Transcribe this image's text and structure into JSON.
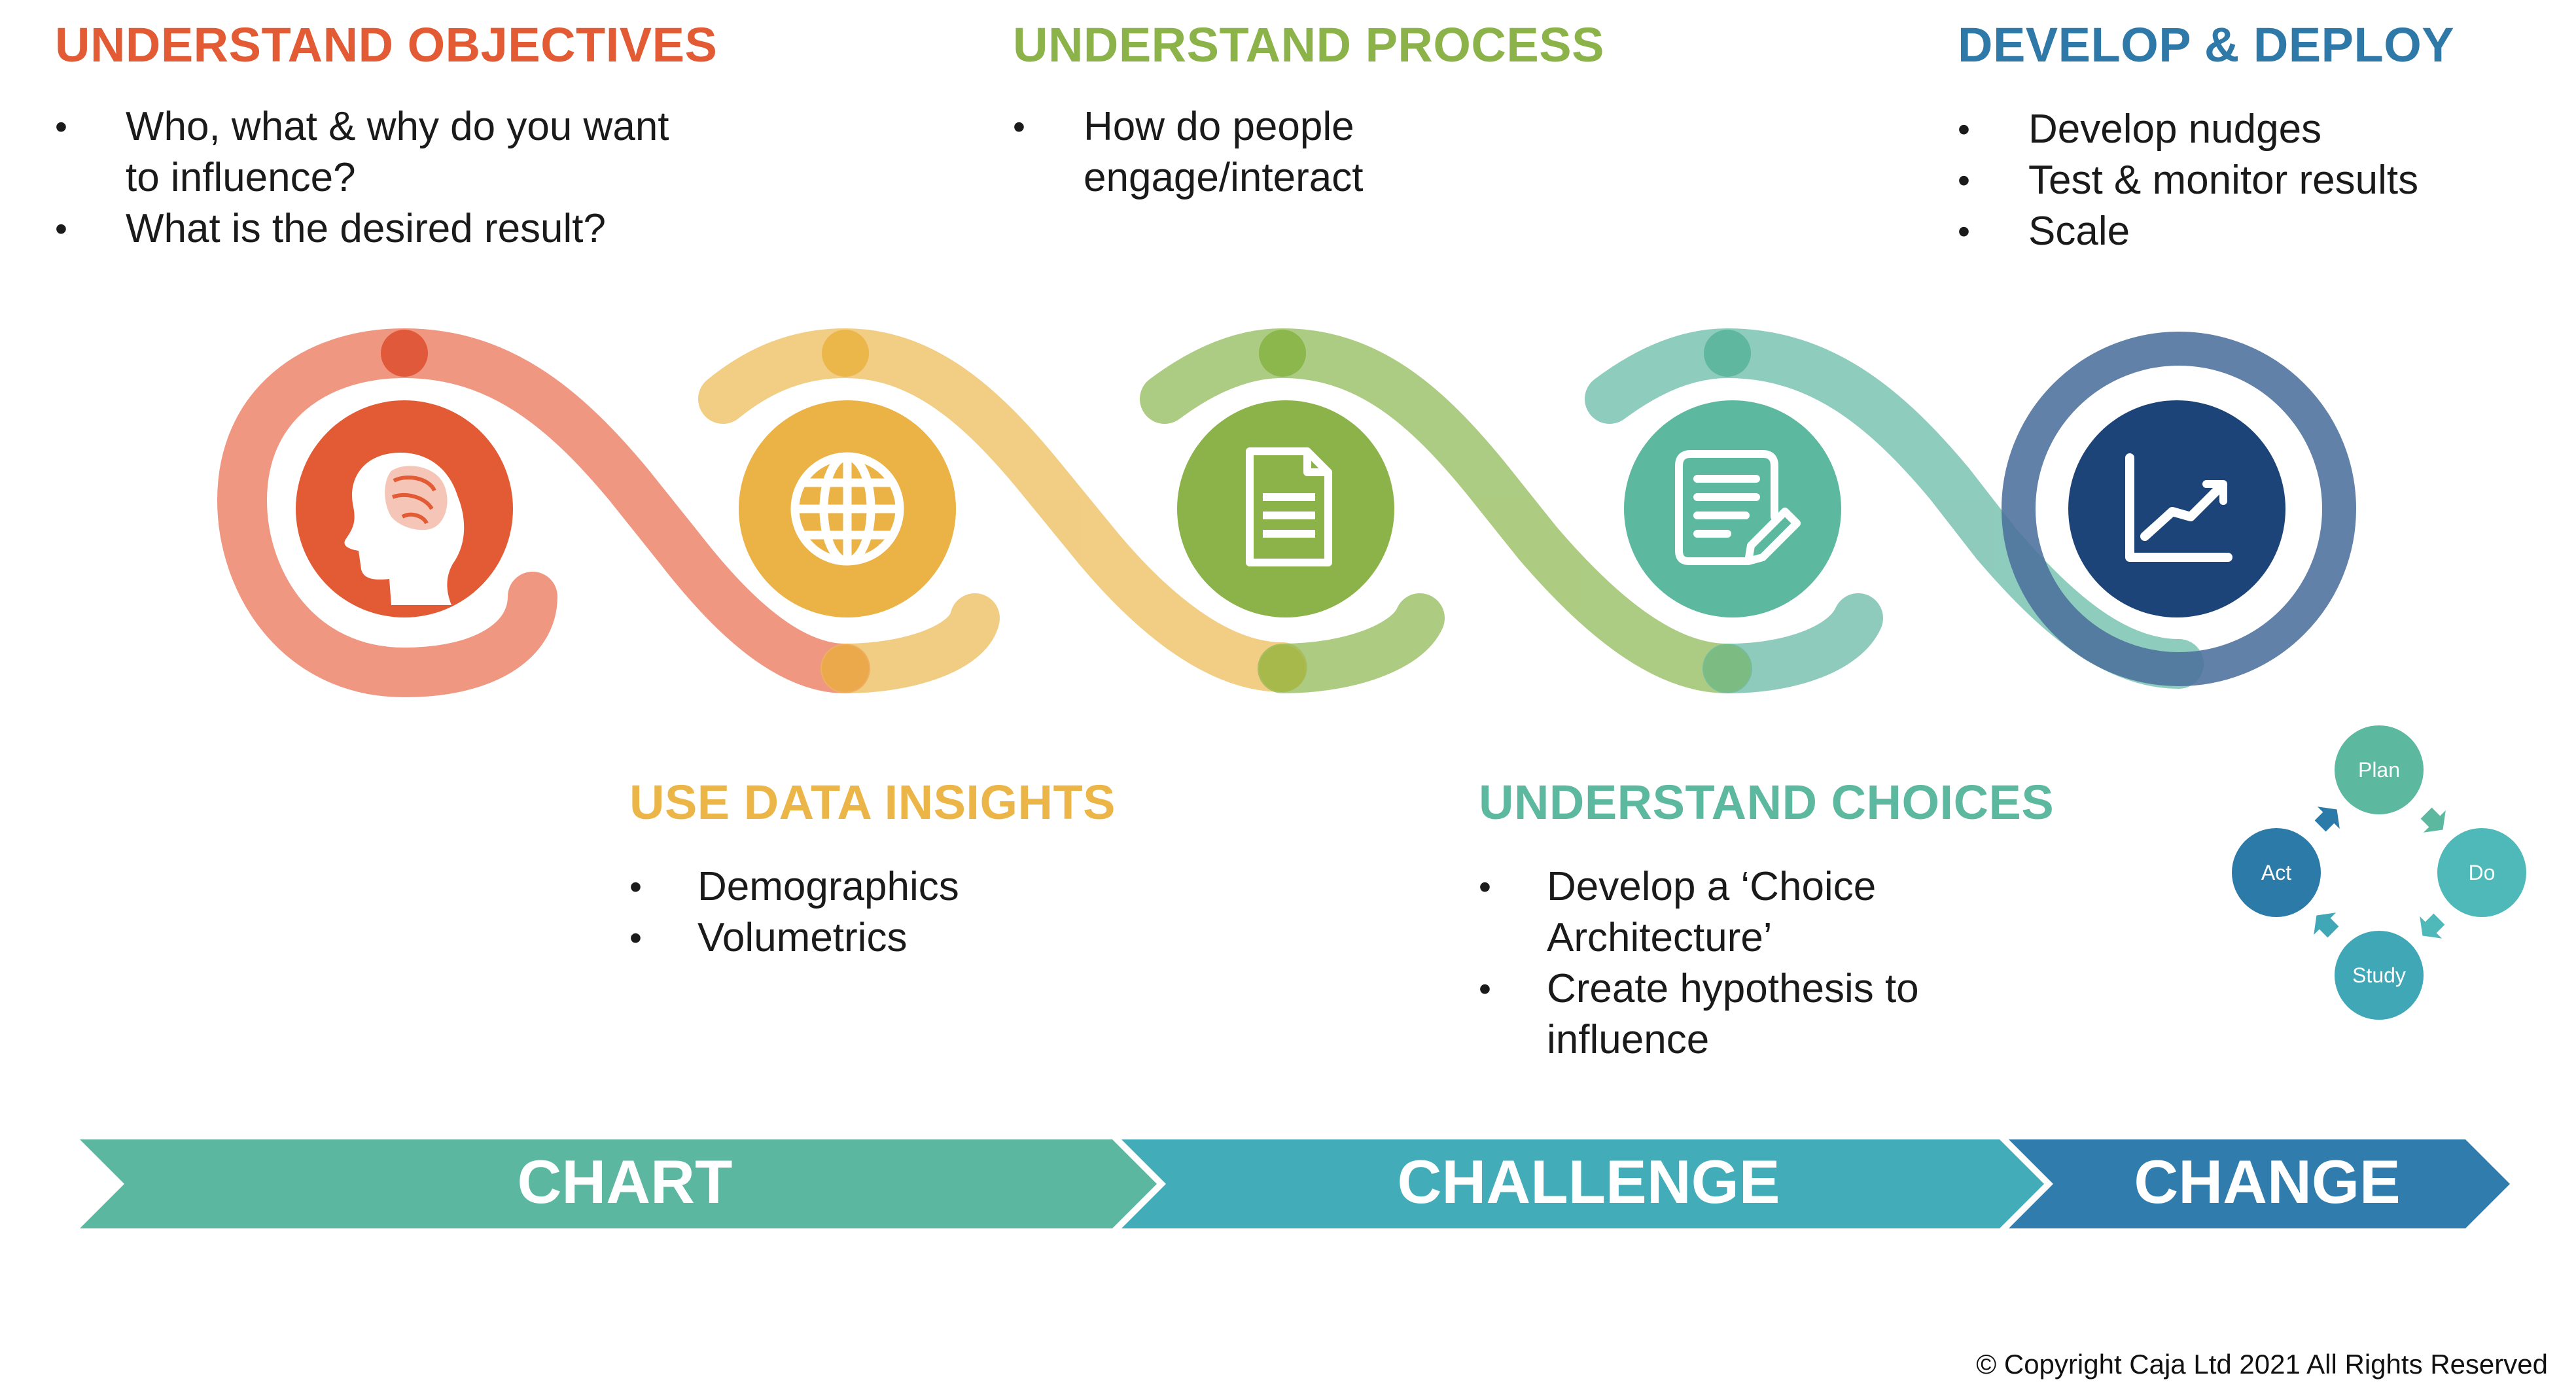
{
  "sections": {
    "objectives": {
      "title": "UNDERSTAND OBJECTIVES",
      "bullets": [
        "Who, what & why do you want",
        "to influence?",
        "What is the desired result?"
      ]
    },
    "process": {
      "title": "UNDERSTAND PROCESS",
      "bullets": [
        "How do people",
        "engage/interact"
      ]
    },
    "develop": {
      "title": "DEVELOP & DEPLOY",
      "bullets": [
        "Develop nudges",
        "Test & monitor results",
        "Scale"
      ]
    },
    "data": {
      "title": "USE DATA INSIGHTS",
      "bullets": [
        "Demographics",
        "Volumetrics"
      ]
    },
    "choices": {
      "title": "UNDERSTAND CHOICES",
      "bullets": [
        "Develop a ‘Choice",
        "Architecture’",
        "Create hypothesis to",
        "influence"
      ]
    }
  },
  "cycle": {
    "plan": "Plan",
    "do": "Do",
    "study": "Study",
    "act": "Act"
  },
  "arrows": {
    "chart": "CHART",
    "challenge": "CHALLENGE",
    "change": "CHANGE"
  },
  "icons": [
    "head-brain-icon",
    "globe-icon",
    "document-icon",
    "edit-document-icon",
    "chart-trend-icon"
  ],
  "colors": {
    "objectives": "#e25b35",
    "data": "#ecb548",
    "process": "#8cb34a",
    "choices": "#5cb89e",
    "develop": "#2f79a9",
    "deploy_circle": "#1d4478"
  },
  "copyright": "© Copyright Caja Ltd 2021 All Rights Reserved"
}
